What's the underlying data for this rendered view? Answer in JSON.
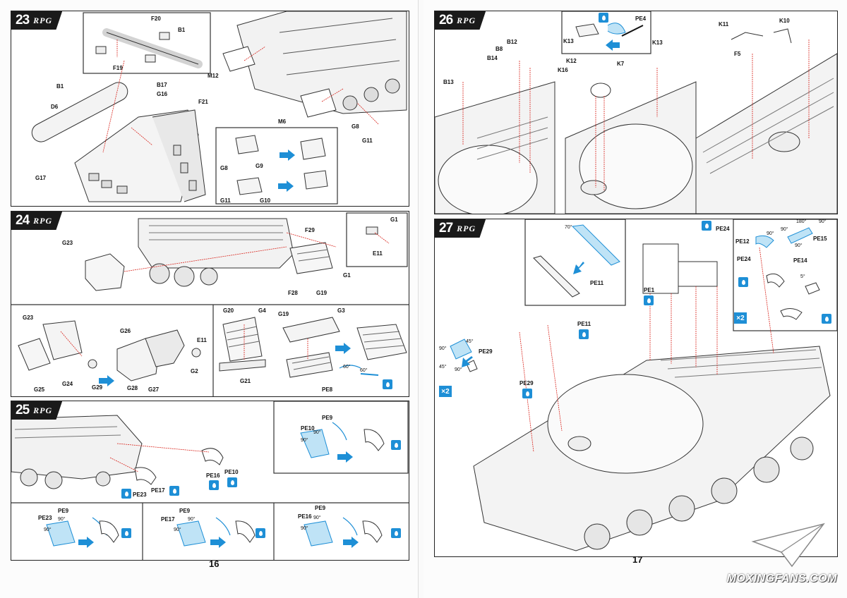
{
  "brand": "RPG",
  "page_left": "16",
  "page_right": "17",
  "watermark": "MOXINGFANS.COM",
  "colors": {
    "accent": "#1e8fd6",
    "ink": "#111111",
    "leader": "#d9251d"
  },
  "step23": {
    "num": "23",
    "labels": {
      "F20": "F20",
      "B1a": "B1",
      "F19": "F19",
      "B1b": "B1",
      "B17": "B17",
      "G16": "G16",
      "D6": "D6",
      "G17": "G17",
      "M12": "M12",
      "F21": "F21",
      "M6": "M6",
      "G8a": "G8",
      "G11a": "G11",
      "G8b": "G8",
      "G9": "G9",
      "G11b": "G11",
      "G10": "G10"
    }
  },
  "step24": {
    "num": "24",
    "labels": {
      "G23": "G23",
      "F29": "F29",
      "G1a": "G1",
      "E11a": "E11",
      "G1b": "G1",
      "F28": "F28",
      "G19a": "G19",
      "G23b": "G23",
      "G25": "G25",
      "G24": "G24",
      "G29": "G29",
      "G26": "G26",
      "G28": "G28",
      "G27": "G27",
      "E11b": "E11",
      "G2": "G2",
      "G20": "G20",
      "G4": "G4",
      "G19b": "G19",
      "G3": "G3",
      "G21": "G21",
      "PE8": "PE8"
    },
    "angles": {
      "a": "60°",
      "b": "60°"
    }
  },
  "step25": {
    "num": "25",
    "labels": {
      "PE23": "PE23",
      "PE17": "PE17",
      "PE16": "PE16",
      "PE10": "PE10",
      "PE9": "PE9",
      "PE10b": "PE10",
      "PE23b": "PE23",
      "PE9b": "PE9",
      "PE17b": "PE17",
      "PE9c": "PE9",
      "PE16b": "PE16",
      "PE9d": "PE9"
    },
    "angles": {
      "a": "90°",
      "b": "90°",
      "c": "90°",
      "d": "90°",
      "e": "90°",
      "f": "90°",
      "g": "90°",
      "h": "90°"
    }
  },
  "step26": {
    "num": "26",
    "labels": {
      "PE4": "PE4",
      "K13a": "K13",
      "B12": "B12",
      "B8": "B8",
      "B14": "B14",
      "B13": "B13",
      "K12": "K12",
      "K16": "K16",
      "K7": "K7",
      "K13b": "K13",
      "K11": "K11",
      "K10": "K10",
      "F5": "F5"
    }
  },
  "step27": {
    "num": "27",
    "labels": {
      "PE11a": "PE11",
      "PE24a": "PE24",
      "PE12": "PE12",
      "PE15": "PE15",
      "PE24b": "PE24",
      "PE14": "PE14",
      "PE1": "PE1",
      "PE11b": "PE11",
      "PE29a": "PE29",
      "PE29b": "PE29"
    },
    "angles": {
      "a": "70°",
      "b": "90°",
      "c": "90°",
      "d": "180°",
      "e": "90°",
      "f": "90°",
      "g": "5°",
      "h": "90°",
      "i": "45°",
      "j": "45°",
      "k": "90°"
    },
    "multipliers": {
      "a": "×2",
      "b": "×2"
    }
  }
}
